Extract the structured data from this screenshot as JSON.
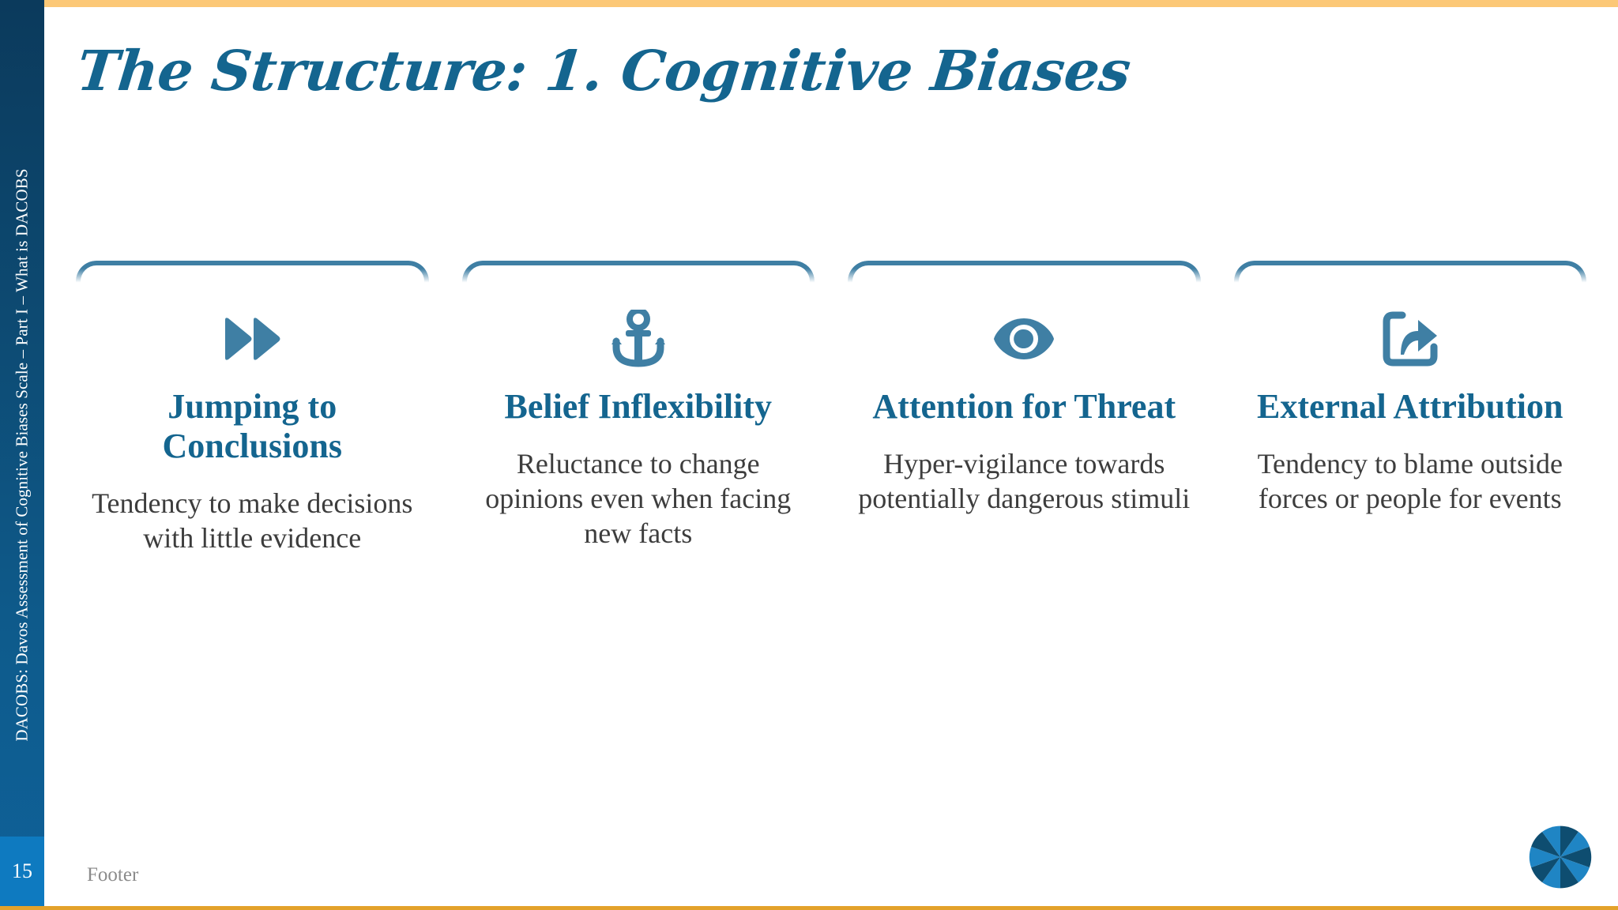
{
  "slide": {
    "title": "The Structure: 1. Cognitive Biases",
    "page_number": "15",
    "footer": "Footer",
    "sidebar_label": "DACOBS: Davos Assessment of Cognitive Biases Scale – Part I – What is DACOBS",
    "logo_name": "pinwheel-logo"
  },
  "colors": {
    "accent_blue": "#14658f",
    "sidebar_dark": "#0b3a5c",
    "sidebar_light": "#0f6199",
    "page_box": "#0e7ac0",
    "icon_blue": "#3f7fa4",
    "top_rule": "#fcc877",
    "bottom_rule": "#e3a22b",
    "body_text": "#3d3d3d",
    "footer_text": "#8b8b8b"
  },
  "cards": [
    {
      "icon": "fast-forward-icon",
      "title": "Jumping to Conclusions",
      "body": "Tendency to make decisions with little evidence"
    },
    {
      "icon": "anchor-icon",
      "title": "Belief Inflexibility",
      "body": "Reluctance to change opinions even when facing new facts"
    },
    {
      "icon": "eye-icon",
      "title": "Attention for Threat",
      "body": "Hyper-vigilance towards potentially dangerous stimuli"
    },
    {
      "icon": "share-external-icon",
      "title": "External Attribution",
      "body": "Tendency to blame outside forces or people for events"
    }
  ]
}
